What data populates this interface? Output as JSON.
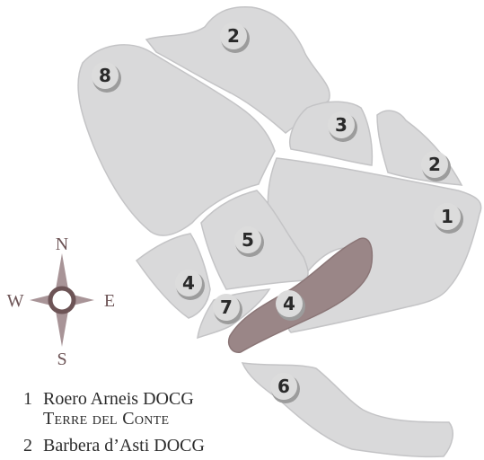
{
  "plots": [
    {
      "id": "plot-1",
      "label": "1"
    },
    {
      "id": "plot-2a",
      "label": "2"
    },
    {
      "id": "plot-2b",
      "label": "2"
    },
    {
      "id": "plot-3",
      "label": "3"
    },
    {
      "id": "plot-4a",
      "label": "4"
    },
    {
      "id": "plot-4b",
      "label": "4"
    },
    {
      "id": "plot-5",
      "label": "5"
    },
    {
      "id": "plot-6",
      "label": "6"
    },
    {
      "id": "plot-7",
      "label": "7"
    },
    {
      "id": "plot-8",
      "label": "8"
    }
  ],
  "compass": {
    "north": "N",
    "south": "S",
    "east": "E",
    "west": "W"
  },
  "legend": [
    {
      "index": "1",
      "name": "Roero Arneis DOCG",
      "subtitle": "Terre del Conte"
    },
    {
      "index": "2",
      "name": "Barbera d’Asti DOCG"
    }
  ],
  "colors": {
    "plot": "#d9d9da",
    "highlight": "#9a8687",
    "compass": "#6d5456"
  }
}
